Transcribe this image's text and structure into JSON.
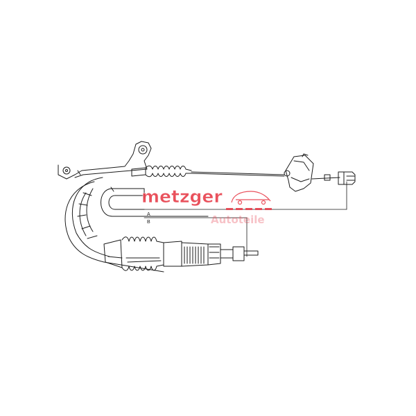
{
  "watermark": {
    "brand": "metzger",
    "subtitle": "Autoteile",
    "brand_color": "#e8434f",
    "logo_icon": "car-outline-icon"
  },
  "drawing": {
    "dimension_labels": {
      "a": "A",
      "b": "B"
    },
    "line_color": "#1a1a1a"
  }
}
